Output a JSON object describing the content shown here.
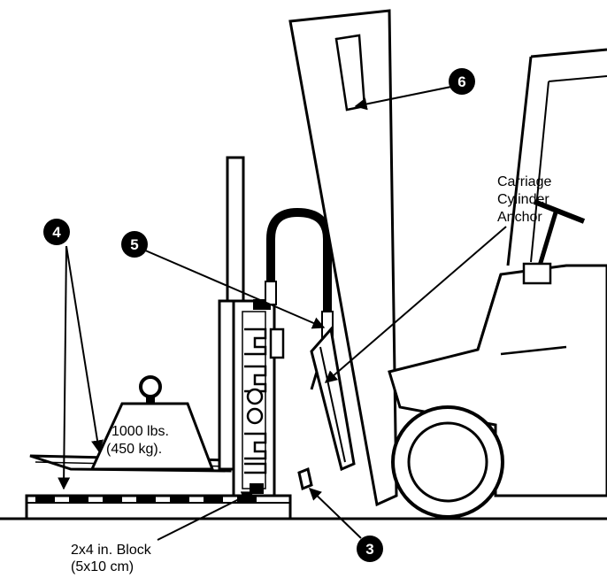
{
  "load": {
    "weight_line1": "1000 lbs.",
    "weight_line2": "(450 kg)."
  },
  "block": {
    "line1": "2x4 in. Block",
    "line2": "(5x10 cm)"
  },
  "anchor": {
    "line1": "Carriage",
    "line2": "Cylinder",
    "line3": "Anchor"
  },
  "callouts": {
    "c3": "3",
    "c4": "4",
    "c5": "5",
    "c6": "6"
  }
}
